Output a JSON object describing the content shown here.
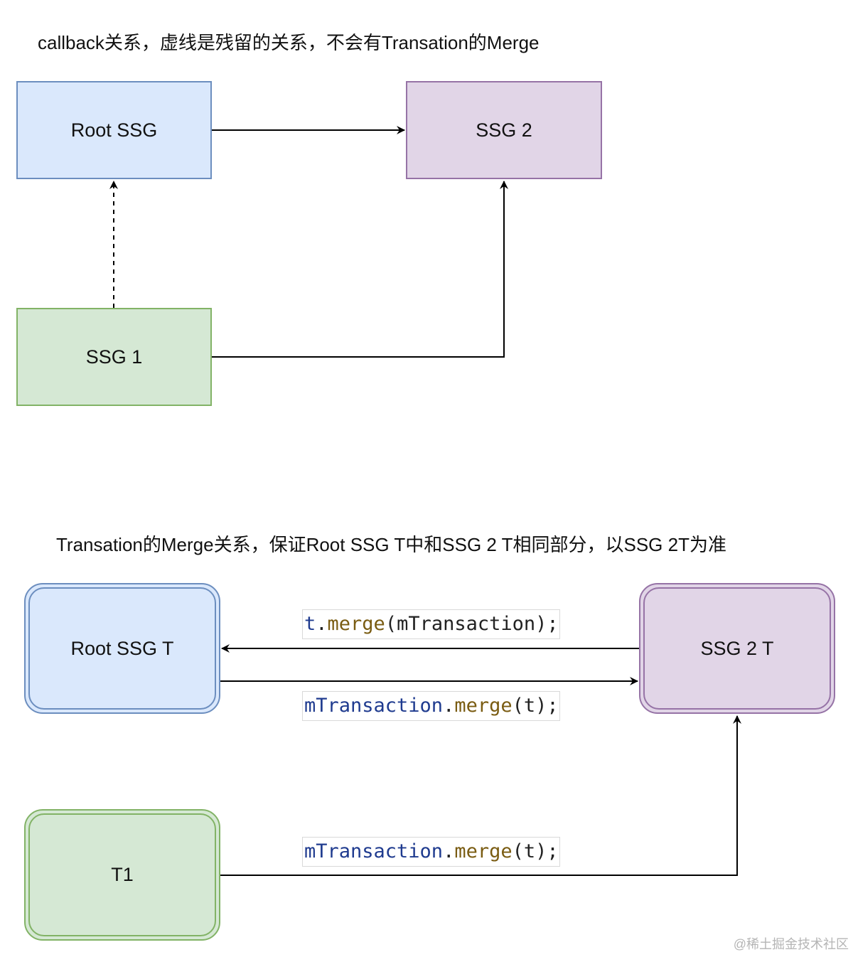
{
  "top": {
    "caption": "callback关系，虚线是残留的关系，不会有Transation的Merge",
    "nodes": {
      "root": "Root SSG",
      "ssg2": "SSG 2",
      "ssg1": "SSG 1"
    },
    "edges": [
      {
        "from": "Root SSG",
        "to": "SSG 2",
        "style": "solid"
      },
      {
        "from": "SSG 1",
        "to": "Root SSG",
        "style": "dashed"
      },
      {
        "from": "SSG 1",
        "to": "SSG 2",
        "style": "solid"
      }
    ]
  },
  "bottom": {
    "caption": "Transation的Merge关系，保证Root SSG T中和SSG 2 T相同部分，以SSG 2T为准",
    "nodes": {
      "root_t": "Root SSG T",
      "ssg2_t": "SSG 2 T",
      "t1": "T1"
    },
    "labels": {
      "upper": {
        "obj": "t",
        "dot": ".",
        "fn": "merge",
        "args": "(mTransaction);"
      },
      "middle": {
        "obj": "mTransaction",
        "dot": ".",
        "fn": "merge",
        "args": "(t);"
      },
      "lower": {
        "obj": "mTransaction",
        "dot": ".",
        "fn": "merge",
        "args": "(t);"
      }
    },
    "edges": [
      {
        "from": "SSG 2 T",
        "to": "Root SSG T",
        "label": "t.merge(mTransaction);"
      },
      {
        "from": "Root SSG T",
        "to": "SSG 2 T",
        "label": "mTransaction.merge(t);"
      },
      {
        "from": "T1",
        "to": "SSG 2 T",
        "label": "mTransaction.merge(t);"
      }
    ]
  },
  "watermark": "@稀土掘金技术社区",
  "colors": {
    "blue_fill": "#dae8fc",
    "blue_stroke": "#6c8ebf",
    "purple_fill": "#e1d5e7",
    "purple_stroke": "#9673a6",
    "green_fill": "#d5e8d4",
    "green_stroke": "#82b366"
  }
}
